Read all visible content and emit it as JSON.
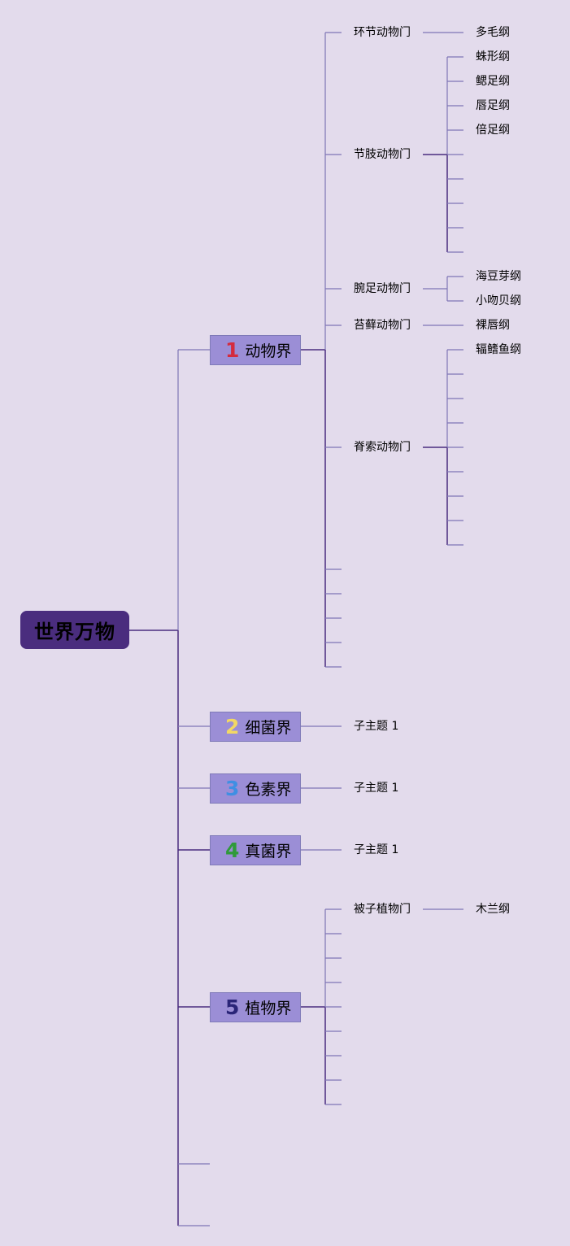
{
  "root": {
    "label": "世界万物",
    "color": "#4a2d7e"
  },
  "colors": {
    "background": "#e3dbec",
    "kingdom_fill": "#9b8ed6",
    "line_dark": "#4a2d7e",
    "line_light": "#7f75b5"
  },
  "kingdoms": [
    {
      "num": "1",
      "num_color": "#d42b3e",
      "label": "动物界"
    },
    {
      "num": "2",
      "num_color": "#f2d864",
      "label": "细菌界"
    },
    {
      "num": "3",
      "num_color": "#3f8fe3",
      "label": "色素界"
    },
    {
      "num": "4",
      "num_color": "#2f9a3a",
      "label": "真菌界"
    },
    {
      "num": "5",
      "num_color": "#2a2478",
      "label": "植物界"
    }
  ],
  "animal_phyla": [
    {
      "label": "环节动物门",
      "classes": [
        "多毛纲"
      ]
    },
    {
      "label": "节肢动物门",
      "classes": [
        "蛛形纲",
        "鳃足纲",
        "唇足纲",
        "倍足纲"
      ]
    },
    {
      "label": "腕足动物门",
      "classes": [
        "海豆芽纲",
        "小吻贝纲"
      ]
    },
    {
      "label": "苔藓动物门",
      "classes": [
        "裸唇纲"
      ]
    },
    {
      "label": "脊索动物门",
      "classes": [
        "辐鳍鱼纲"
      ]
    }
  ],
  "bacteria_sub": "子主题 1",
  "chromista_sub": "子主题 1",
  "fungi_sub": "子主题 1",
  "plant_phyla": [
    {
      "label": "被子植物门",
      "classes": [
        "木兰纲"
      ]
    }
  ]
}
